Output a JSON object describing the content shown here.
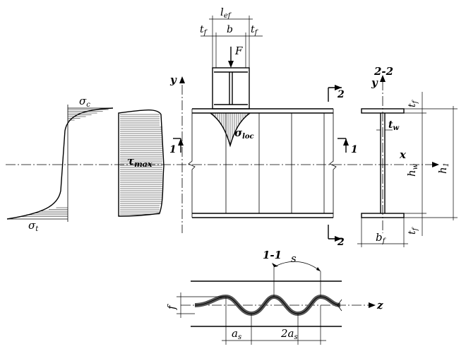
{
  "labels": {
    "l_ef": "l",
    "l_ef_sub": "ef",
    "t_f": "t",
    "t_f_sub": "f",
    "b": "b",
    "F": "F",
    "y": "y",
    "section_2_2": "2-2",
    "section_1_1": "1-1",
    "mark_1": "1",
    "mark_2": "2",
    "sigma": "σ",
    "sigma_c_sub": "c",
    "sigma_t_sub": "t",
    "sigma_loc_sub": "loc",
    "tau": "τ",
    "tau_max_sub": "max",
    "t_w": "t",
    "t_w_sub": "w",
    "x": "x",
    "h_w": "h",
    "h_w_sub": "w",
    "h_1": "h",
    "h_1_sub": "1",
    "b_f": "b",
    "b_f_sub": "f",
    "s": "s",
    "f": "f",
    "a_s": "a",
    "a_s_sub": "s",
    "two_a_s": "2a",
    "two_a_s_sub": "s",
    "z": "z"
  }
}
